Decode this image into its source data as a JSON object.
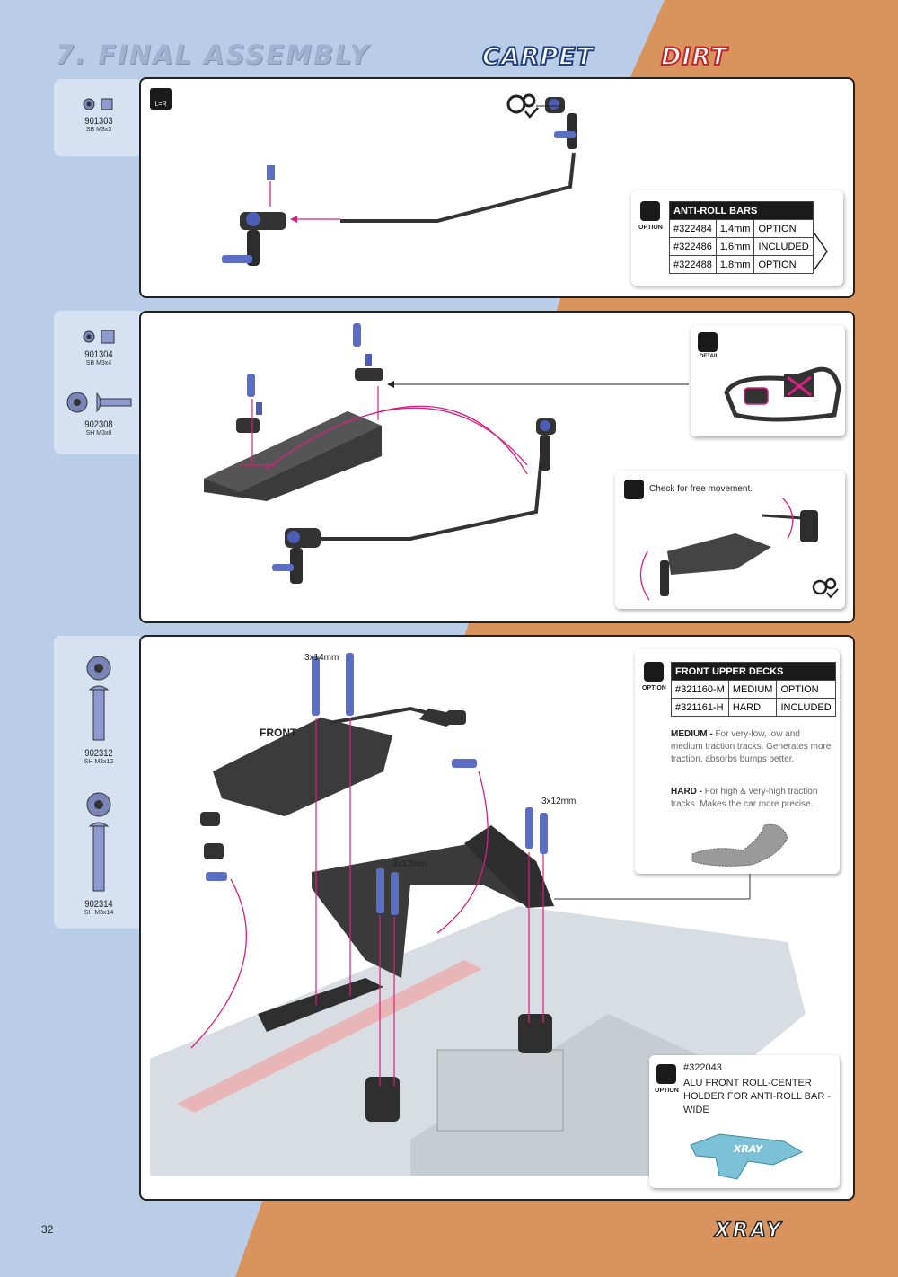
{
  "header": {
    "title": "7. FINAL ASSEMBLY",
    "badge_carpet": "CARPET",
    "badge_dirt": "DIRT"
  },
  "colors": {
    "left_bg": "#b9cde8",
    "right_bg": "#d9945e",
    "accent_magenta": "#d6227f",
    "part_blue": "#5a6fc4"
  },
  "step1": {
    "parts": [
      {
        "code": "901303",
        "desc": "SB M3x3"
      }
    ],
    "symmetry_icon": "L=R",
    "options": {
      "title": "ANTI-ROLL BARS",
      "option_label": "OPTION",
      "rows": [
        {
          "part": "#322484",
          "size": "1.4mm",
          "status": "OPTION"
        },
        {
          "part": "#322486",
          "size": "1.6mm",
          "status": "INCLUDED"
        },
        {
          "part": "#322488",
          "size": "1.8mm",
          "status": "OPTION"
        }
      ]
    }
  },
  "step2": {
    "parts": [
      {
        "code": "901304",
        "desc": "SB M3x4"
      },
      {
        "code": "902308",
        "desc": "SH M3x8"
      }
    ],
    "detail_label": "DETAIL",
    "check_text": "Check for free movement."
  },
  "step3": {
    "parts": [
      {
        "code": "902312",
        "desc": "SH M3x12"
      },
      {
        "code": "902314",
        "desc": "SH M3x14"
      }
    ],
    "front_label": "FRONT",
    "screw_labels": {
      "a": "3x14mm",
      "b": "3x12mm",
      "c": "3x12mm"
    },
    "decks": {
      "title": "FRONT UPPER DECKS",
      "option_label": "OPTION",
      "rows": [
        {
          "part": "#321160-M",
          "grade": "MEDIUM",
          "status": "OPTION"
        },
        {
          "part": "#321161-H",
          "grade": "HARD",
          "status": "INCLUDED"
        }
      ],
      "medium_title": "MEDIUM -",
      "medium_text": "For very-low, low and medium traction tracks. Generates more traction, absorbs bumps better.",
      "hard_title": "HARD -",
      "hard_text": "For high & very-high traction tracks. Makes the car more precise."
    },
    "holder": {
      "part": "#322043",
      "name": "ALU FRONT ROLL-CENTER HOLDER FOR ANTI-ROLL BAR - WIDE",
      "option_label": "OPTION",
      "logo": "XRAY"
    }
  },
  "footer": {
    "page": "32",
    "brand": "XRAY"
  }
}
